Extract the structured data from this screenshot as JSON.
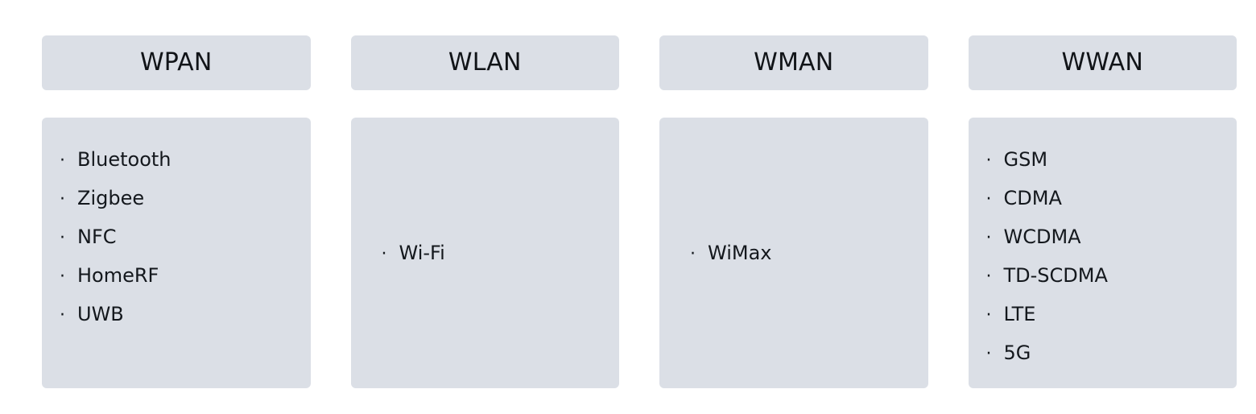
{
  "theme": {
    "page_background": "#ffffff",
    "box_fill": "#dbdfe6",
    "text_color": "#14181d"
  },
  "columns": [
    {
      "key": "wpan",
      "header": "WPAN",
      "align": "top",
      "bullet": "·",
      "items": [
        "Bluetooth",
        "Zigbee",
        "NFC",
        "HomeRF",
        "UWB"
      ]
    },
    {
      "key": "wlan",
      "header": "WLAN",
      "align": "center",
      "bullet": "·",
      "items": [
        "Wi-Fi"
      ]
    },
    {
      "key": "wman",
      "header": "WMAN",
      "align": "center",
      "bullet": "·",
      "items": [
        "WiMax"
      ]
    },
    {
      "key": "wwan",
      "header": "WWAN",
      "align": "top",
      "bullet": "·",
      "items": [
        "GSM",
        "CDMA",
        "WCDMA",
        "TD-SCDMA",
        "LTE",
        "5G"
      ]
    }
  ]
}
